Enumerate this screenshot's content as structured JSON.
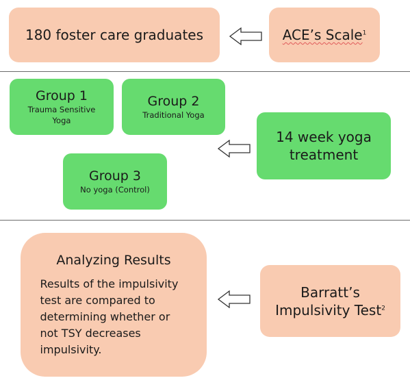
{
  "top": {
    "graduates_box": "180 foster care graduates",
    "ace_box": {
      "text": "ACE’s Scale",
      "sup": "1"
    }
  },
  "groups": [
    {
      "title": "Group 1",
      "subtitle": "Trauma Sensitive Yoga"
    },
    {
      "title": "Group 2",
      "subtitle": "Traditional Yoga"
    },
    {
      "title": "Group 3",
      "subtitle": "No yoga (Control)"
    }
  ],
  "treatment_box": "14 week yoga treatment",
  "analysis": {
    "title": "Analyzing Results",
    "body": "Results of the impulsivity test are compared to determining whether or not TSY decreases impulsivity."
  },
  "barratt_box": {
    "line1": "Barratt’s",
    "line2": "Impulsivity Test",
    "sup": "2"
  },
  "colors": {
    "peach": "#f9cbb1",
    "green": "#66db6f",
    "divider": "#6b6b6b"
  }
}
